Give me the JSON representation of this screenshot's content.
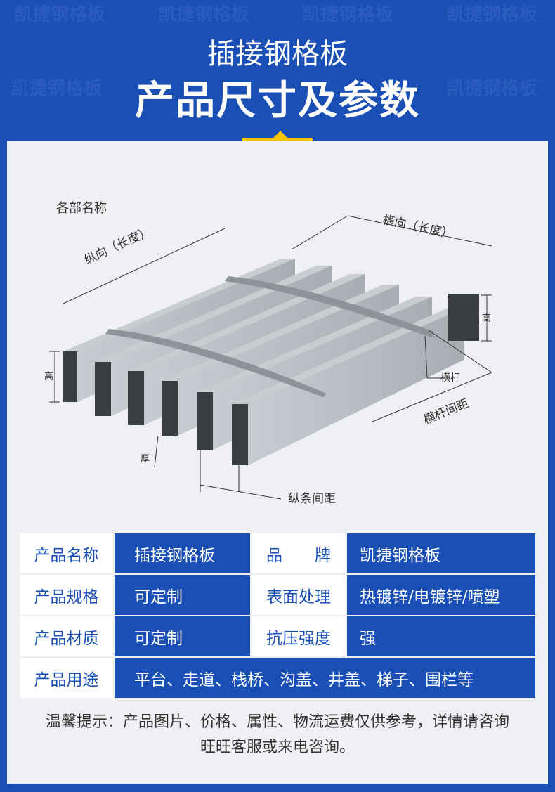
{
  "watermark": "凯捷钢格板",
  "header": {
    "subtitle": "插接钢格板",
    "title": "产品尺寸及参数"
  },
  "diagram": {
    "parts_title": "各部名称",
    "longitudinal": "纵向（长度）",
    "transverse": "横向（长度）",
    "height": "高",
    "crossbar": "横杆",
    "crossbar_spacing": "横杆间距",
    "thickness": "厚",
    "bar_spacing": "纵条间距"
  },
  "specs": {
    "rows": [
      {
        "k1": "产品名称",
        "v1": "插接钢格板",
        "k2": "品　　牌",
        "v2": "凯捷钢格板"
      },
      {
        "k1": "产品规格",
        "v1": "可定制",
        "k2": "表面处理",
        "v2": "热镀锌/电镀锌/喷塑"
      },
      {
        "k1": "产品材质",
        "v1": "可定制",
        "k2": "抗压强度",
        "v2": "强"
      }
    ],
    "usage": {
      "k": "产品用途",
      "v": "平台、走道、栈桥、沟盖、井盖、梯子、围栏等"
    }
  },
  "note": {
    "line1": "温馨提示：产品图片、价格、属性、物流运费仅供参考，详情请咨询",
    "line2": "旺旺客服或来电咨询。"
  },
  "colors": {
    "blue": "#1a4fb6",
    "accent": "#f5c400",
    "panel": "#eef0f3"
  }
}
